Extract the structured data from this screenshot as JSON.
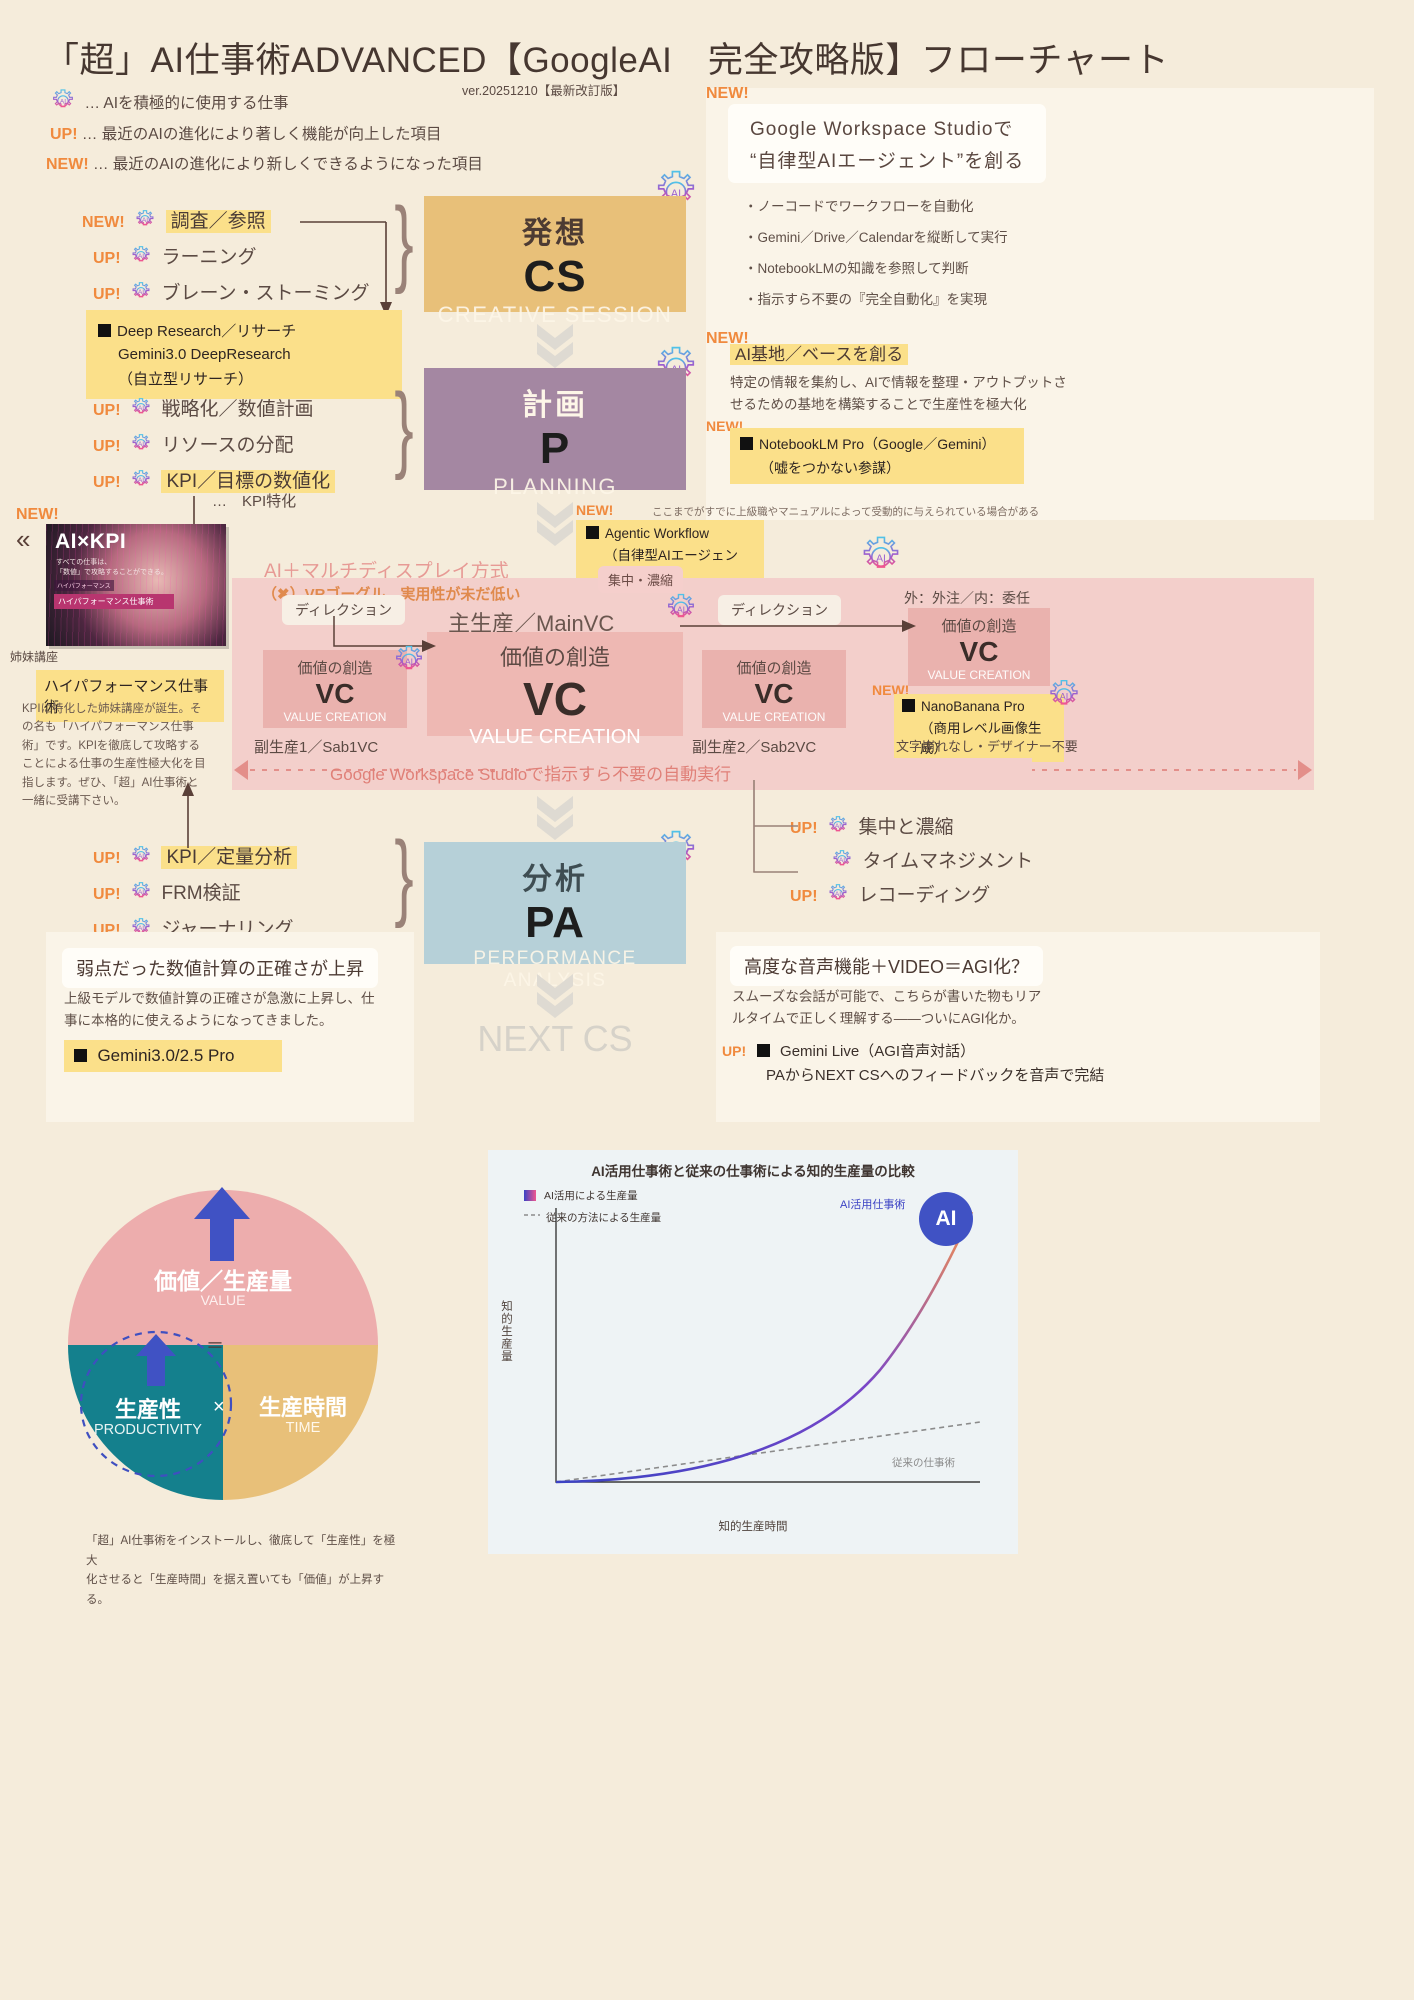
{
  "header": {
    "title": "「超」AI仕事術ADVANCED【GoogleAI　完全攻略版】フローチャート",
    "version": "ver.20251210【最新改訂版】",
    "legend": [
      {
        "tag": "",
        "icon": "ai-gear-icon",
        "dots": "…",
        "text": "AIを積極的に使用する仕事"
      },
      {
        "tag": "UP!",
        "icon": "",
        "dots": "…",
        "text": "最近のAIの進化により著しく機能が向上した項目"
      },
      {
        "tag": "NEW!",
        "icon": "",
        "dots": "…",
        "text": "最近のAIの進化により新しくできるようになった項目"
      }
    ]
  },
  "cs_inputs": {
    "items": [
      {
        "tag": "NEW!",
        "label": "調査／参照",
        "highlight": true
      },
      {
        "tag": "UP!",
        "label": "ラーニング",
        "highlight": false
      },
      {
        "tag": "UP!",
        "label": "ブレーン・ストーミング",
        "highlight": false
      }
    ],
    "note": {
      "line1": "Deep Research／リサーチ",
      "line2": "Gemini3.0 DeepResearch",
      "line3": "（自立型リサーチ）"
    }
  },
  "p_inputs": {
    "items": [
      {
        "tag": "UP!",
        "label": "戦略化／数値計画",
        "highlight": false
      },
      {
        "tag": "UP!",
        "label": "リソースの分配",
        "highlight": false
      },
      {
        "tag": "UP!",
        "label": "KPI／目標の数値化",
        "highlight": true
      }
    ],
    "kpi_arrow_label": "…　KPI特化"
  },
  "pa_inputs": {
    "items": [
      {
        "tag": "UP!",
        "label": "KPI／定量分析",
        "highlight": true
      },
      {
        "tag": "UP!",
        "label": "FRM検証",
        "highlight": false
      },
      {
        "tag": "UP!",
        "label": "ジャーナリング",
        "highlight": false
      }
    ]
  },
  "pa_right": {
    "items": [
      {
        "tag": "UP!",
        "label": "集中と濃縮"
      },
      {
        "tag": "",
        "label": "タイムマネジメント"
      },
      {
        "tag": "UP!",
        "label": "レコーディング"
      }
    ]
  },
  "stages": {
    "cs": {
      "jp": "発想",
      "code": "CS",
      "en": "CREATIVE SESSION",
      "color": "#e8c079"
    },
    "p": {
      "jp": "計画",
      "code": "P",
      "en": "PLANNING",
      "color": "#a487a2"
    },
    "pa": {
      "jp": "分析",
      "code": "PA",
      "en": "PERFORMANCE ANALYSIS",
      "color": "#b6d0d8"
    },
    "next": "NEXT CS"
  },
  "studio_panel": {
    "badge": "NEW!",
    "title_l1": "Google Workspace Studioで",
    "title_l2": "“自律型AIエージェント”を創る",
    "bullets": [
      "・ノーコードでワークフローを自動化",
      "・Gemini／Drive／Calendarを縦断して実行",
      "・NotebookLMの知識を参照して判断",
      "・指示すら不要の『完全自動化』を実現"
    ]
  },
  "base_panel": {
    "badge": "NEW!",
    "title": "AI基地／ベースを創る",
    "desc_l1": "特定の情報を集約し、AIで情報を整理・アウトプットさ",
    "desc_l2": "せるための基地を構築することで生産性を極大化",
    "badge2": "NEW!",
    "note_l1": "NotebookLM Pro（Google／Gemini）",
    "note_l2": "（嘘をつかない参謀）"
  },
  "agentic": {
    "badge": "NEW!",
    "line1": "Agentic Workflow",
    "line2": "（自律型AIエージェント）",
    "footnote": "ここまでがすでに上級職やマニュアルによって受動的に与えられている場合がある"
  },
  "production": {
    "header": "AI＋マルチディスプレイ方式",
    "warning": "（✖）VRゴーグル…実用性が未だ低い",
    "main_caption": "主生産／MainVC",
    "concentrate_chip": "集中・濃縮",
    "direction_left": "ディレクション",
    "direction_right": "ディレクション",
    "outsource_label": "外：外注／内：委任",
    "sub1_caption": "副生産1／Sab1VC",
    "sub2_caption": "副生産2／Sab2VC",
    "vc_jp": "価値の創造",
    "vc_code": "VC",
    "vc_en": "VALUE CREATION",
    "footer_band": "Google Workspace Studioで指示すら不要の自動実行",
    "nano": {
      "badge": "NEW!",
      "line1": "NanoBanana Pro",
      "line2": "（商用レベル画像生成）",
      "caption": "文字崩れなし・デザイナー不要"
    }
  },
  "magazine": {
    "badge": "NEW!",
    "cover_title": "AI×KPI",
    "cover_sub1": "すべての仕事は、",
    "cover_sub2": "「数値」で攻略することができる。",
    "cover_band": "ハイパフォーマンス仕事術",
    "sister_label": "姉妹講座",
    "title_pill": "ハイパフォーマンス仕事術",
    "desc": "KPIに特化した姉妹講座が誕生。その名も「ハイパフォーマンス仕事術」です。KPIを徹底して攻略することによる仕事の生産性極大化を目指します。ぜひ、「超」AI仕事術と一緒に受講下さい。"
  },
  "calc_panel": {
    "title": "弱点だった数値計算の正確さが上昇",
    "desc_l1": "上級モデルで数値計算の正確さが急激に上昇し、仕",
    "desc_l2": "事に本格的に使えるようになってきました。",
    "note": "Gemini3.0/2.5 Pro"
  },
  "voice_panel": {
    "title": "高度な音声機能＋VIDEO＝AGI化？",
    "desc_l1": "スムーズな会話が可能で、こちらが書いた物もリア",
    "desc_l2": "ルタイムで正しく理解する――ついにAGI化か。",
    "tag": "UP!",
    "note_l1": "Gemini Live（AGI音声対話）",
    "note_l2": "PAからNEXT CSへのフィードバックを音声で完結"
  },
  "circle_diagram": {
    "value_jp": "価値／生産量",
    "value_en": "VALUE",
    "productivity_jp": "生産性",
    "productivity_en": "PRODUCTIVITY",
    "time_jp": "生産時間",
    "time_en": "TIME",
    "multiply": "×",
    "equals": "＝",
    "caption_l1": "「超」AI仕事術をインストールし、徹底して「生産性」を極大",
    "caption_l2": "化させると「生産時間」を据え置いても「価値」が上昇する。"
  },
  "chart_data": {
    "type": "line",
    "title": "AI活用仕事術と従来の仕事術による知的生産量の比較",
    "xlabel": "知的生産時間",
    "ylabel": "知的生産量",
    "legend": [
      {
        "name": "AI活用による生産量",
        "style": "gradient-solid",
        "color": "#3b42c4"
      },
      {
        "name": "従来の方法による生産量",
        "style": "dashed",
        "color": "#8b8b8b"
      }
    ],
    "annotations": [
      {
        "text": "AI活用仕事術",
        "color": "#3b42c4"
      },
      {
        "text": "従来の仕事術",
        "color": "#8b8b8b"
      },
      {
        "text": "AI",
        "color": "#ffffff"
      }
    ],
    "xlim": [
      0,
      100
    ],
    "ylim": [
      0,
      100
    ],
    "grid": false,
    "series": [
      {
        "name": "AI活用による生産量",
        "x": [
          0,
          10,
          20,
          30,
          40,
          50,
          60,
          70,
          80,
          90,
          100
        ],
        "y": [
          0,
          1,
          3,
          6,
          11,
          18,
          28,
          41,
          58,
          78,
          100
        ]
      },
      {
        "name": "従来の方法による生産量",
        "x": [
          0,
          10,
          20,
          30,
          40,
          50,
          60,
          70,
          80,
          90,
          100
        ],
        "y": [
          0,
          2,
          4,
          6,
          8,
          10,
          12,
          14,
          16,
          18,
          20
        ]
      }
    ]
  }
}
